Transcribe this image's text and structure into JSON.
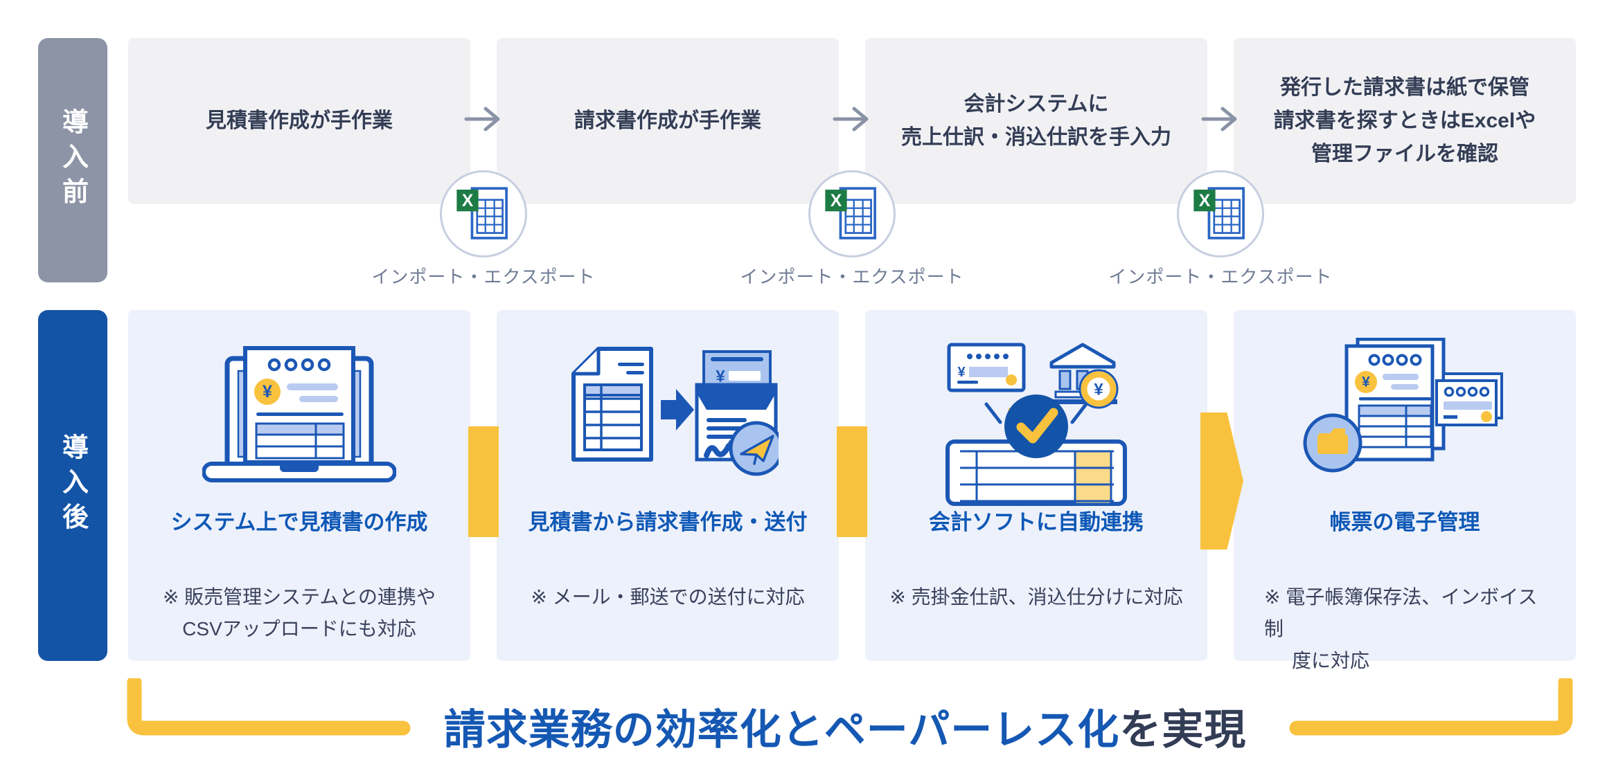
{
  "before": {
    "label": "導入前",
    "steps": [
      {
        "lines": [
          "見積書作成が手作業"
        ]
      },
      {
        "lines": [
          "請求書作成が手作業"
        ]
      },
      {
        "lines": [
          "会計システムに",
          "売上仕訳・消込仕訳を手入力"
        ]
      },
      {
        "lines": [
          "発行した請求書は紙で保管",
          "請求書を探すときはExcelや",
          "管理ファイルを確認"
        ]
      }
    ],
    "import_export_label": "インポート・エクスポート"
  },
  "after": {
    "label": "導入後",
    "steps": [
      {
        "title": "システム上で見積書の作成",
        "notes": [
          "※ 販売管理システムとの連携や",
          "CSVアップロードにも対応"
        ]
      },
      {
        "title": "見積書から請求書作成・送付",
        "notes": [
          "※ メール・郵送での送付に対応"
        ]
      },
      {
        "title": "会計ソフトに自動連携",
        "notes": [
          "※ 売掛金仕訳、消込仕分けに対応"
        ]
      },
      {
        "title": "帳票の電子管理",
        "notes": [
          "※ 電子帳簿保存法、インボイス制",
          "度に対応"
        ]
      }
    ]
  },
  "footer": {
    "highlight": "請求業務の効率化とペーパーレス化",
    "suffix": "を実現"
  },
  "icons": {
    "excel_letter": "X",
    "yen": "¥"
  },
  "colors": {
    "accent_yellow": "#F9C23E",
    "rail_blue": "#1454A6",
    "title_blue": "#0E58B6",
    "navy_text": "#333D55",
    "gray_rail": "#8C94A5",
    "gray_box": "#F1F1F4",
    "light_box": "#EDF1FB",
    "illustration_blue": "#1B57B5",
    "excel_green": "#1D7B44"
  }
}
